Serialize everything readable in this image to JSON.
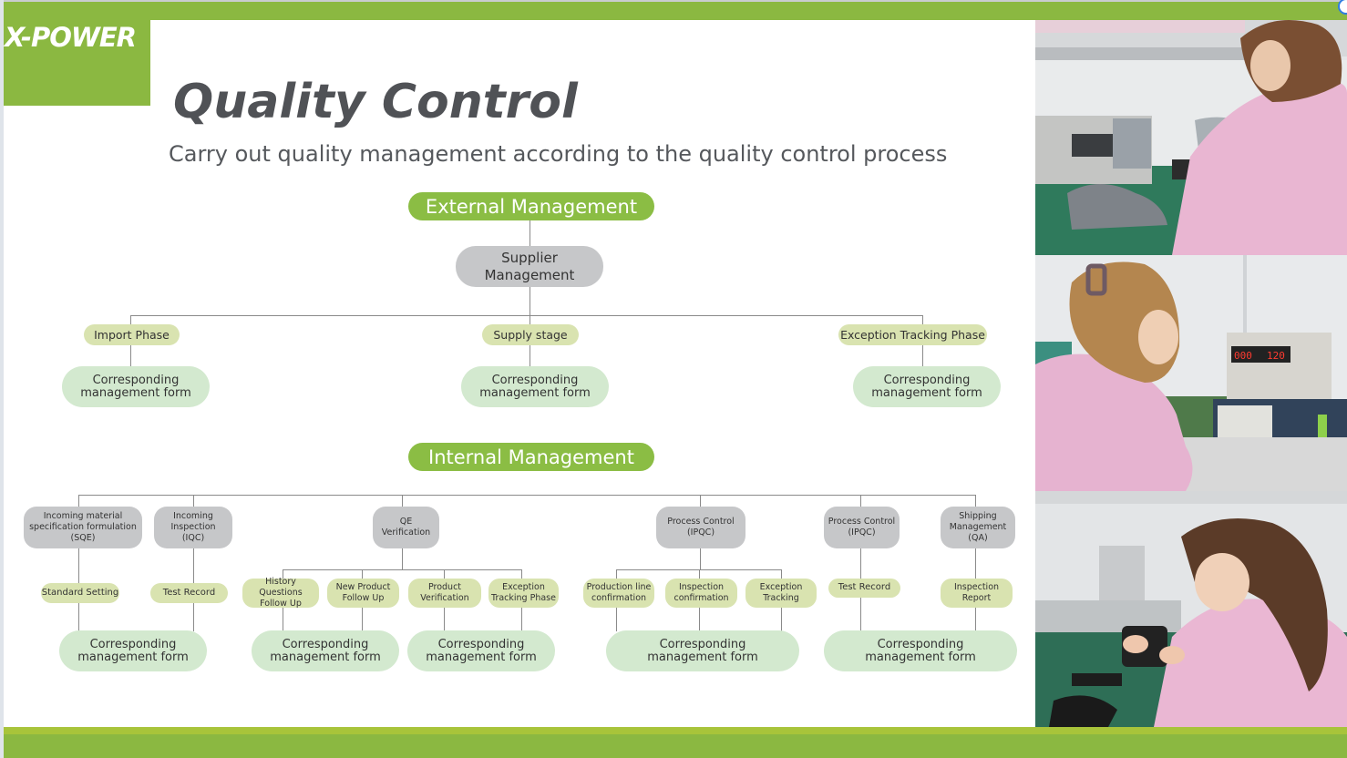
{
  "brand": {
    "logo": "X-POWER",
    "accent": "#8bb841"
  },
  "title": "Quality Control",
  "subtitle": "Carry out quality management according to the quality control process",
  "external": {
    "header": "External Management",
    "root": "Supplier\nManagement",
    "phases": [
      {
        "label": "Import Phase",
        "form": "Corresponding\nmanagement form"
      },
      {
        "label": "Supply stage",
        "form": "Corresponding\nmanagement form"
      },
      {
        "label": "Exception Tracking Phase",
        "form": "Corresponding\nmanagement form"
      }
    ]
  },
  "internal": {
    "header": "Internal Management",
    "groups": [
      {
        "label": "Incoming material\nspecification formulation\n(SQE)",
        "children": [
          "Standard Setting"
        ]
      },
      {
        "label": "Incoming\nInspection\n(IQC)",
        "children": [
          "Test Record"
        ]
      },
      {
        "label": "QE\nVerification",
        "children": [
          "History Questions\nFollow Up",
          "New Product\nFollow Up",
          "Product\nVerification",
          "Exception\nTracking Phase"
        ]
      },
      {
        "label": "Process Control\n(IPQC)",
        "children": [
          "Production line\nconfirmation",
          "Inspection\nconfirmation",
          "Exception\nTracking"
        ]
      },
      {
        "label": "Process Control\n(IPQC)",
        "children": [
          "Test Record"
        ]
      },
      {
        "label": "Shipping\nManagement\n(QA)",
        "children": [
          "Inspection\nReport"
        ]
      }
    ],
    "forms": [
      "Corresponding\nmanagement form",
      "Corresponding\nmanagement form",
      "Corresponding\nmanagement form",
      "Corresponding\nmanagement form",
      "Corresponding\nmanagement form"
    ]
  },
  "photos": [
    {
      "subject": "technician-testing-with-electronic-load",
      "colors": {
        "jacket": "#e9b6d2",
        "bench": "#2f7a5c",
        "equipment": "#c9c9c7"
      }
    },
    {
      "subject": "technician-with-dc-power-supply",
      "display_left": "000",
      "display_right": "120",
      "colors": {
        "jacket": "#e6b3d0",
        "bench": "#d8d8d8",
        "equipment": "#d7d5cf"
      }
    },
    {
      "subject": "technician-assembling-device",
      "colors": {
        "jacket": "#eab7d3",
        "bench": "#2e6e56",
        "equipment": "#444"
      }
    }
  ]
}
